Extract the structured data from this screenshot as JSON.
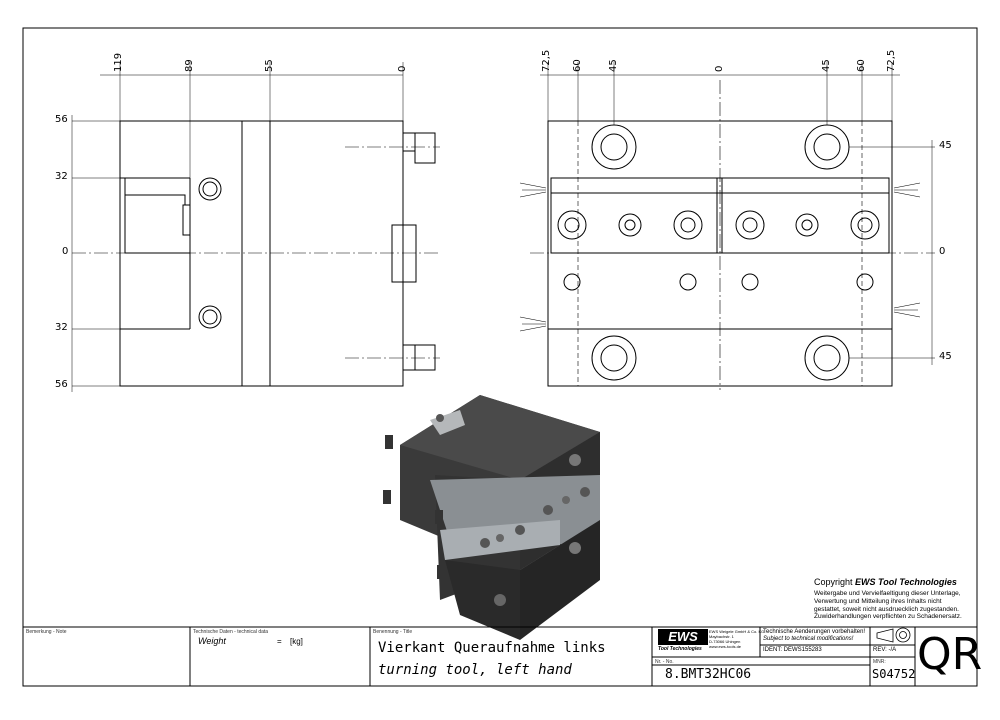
{
  "views": {
    "left": {
      "top_dims": [
        "119",
        "89",
        "55",
        "0"
      ],
      "side_dims": [
        "56",
        "32",
        "0",
        "32",
        "56"
      ]
    },
    "right": {
      "top_dims": [
        "72,5",
        "60",
        "45",
        "0",
        "45",
        "60",
        "72,5"
      ],
      "side_dims": [
        "45",
        "0",
        "45"
      ]
    }
  },
  "copyright": {
    "prefix": "Copyright",
    "brand": "EWS Tool Technologies",
    "lines": [
      "Weitergabe und Vervielfaeltigung dieser Unterlage,",
      "Verwertung und Mitteilung ihres Inhalts nicht",
      "gestattet, soweit nicht ausdruecklich zugestanden.",
      "Zuwiderhandlungen verpflichten zu Schadenersatz."
    ]
  },
  "titleblock": {
    "note_label": "Bemerkung - Note",
    "techdata_label": "Technische Daten - technical data",
    "weight_label": "Weight",
    "weight_eq": "=",
    "weight_unit": "[kg]",
    "title_label": "Benennung - Title",
    "title_de": "Vierkant Queraufnahme links",
    "title_en": "turning tool, left hand",
    "logo": "EWS",
    "logo_sub": "Tool Technologies",
    "company_lines": [
      "EWS Weigele GmbH & Co. KG",
      "Maybachstr. 1",
      "D-73066 Uhingen",
      "www.ews-tools.de"
    ],
    "notice_de": "Technische Aenderungen vorbehalten!",
    "notice_en": "Subject to technical modifications!",
    "ident": "IDENT: DEWS155283",
    "rev": "REV: -/A",
    "nr_label": "Nr. - No.",
    "part_no": "8.BMT32HC06",
    "mnr_label": "MNR:",
    "mnr": "S04752",
    "qr": "QR"
  }
}
